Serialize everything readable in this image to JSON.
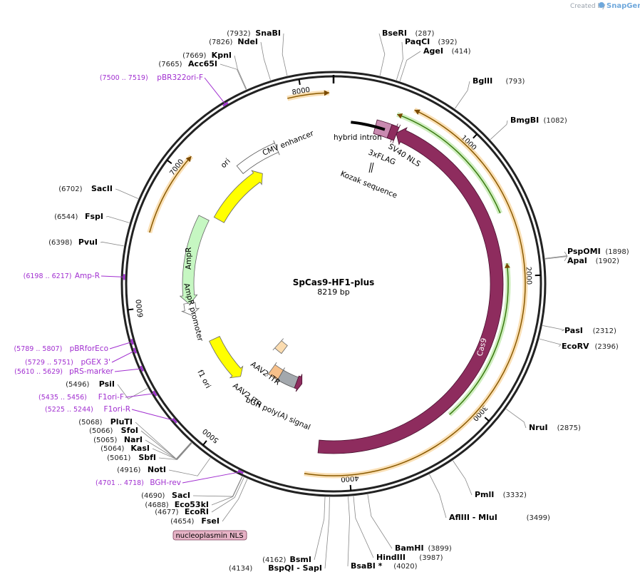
{
  "credit": {
    "prefix": "Created by",
    "brand": "SnapGene"
  },
  "plasmid": {
    "name": "SpCas9-HF1-plus",
    "size": "8219 bp",
    "length": 8219
  },
  "ticks": [
    "1000",
    "2000",
    "3000",
    "4000",
    "5000",
    "6000",
    "7000",
    "8000"
  ],
  "sites": [
    {
      "name": "SnaBI",
      "pos": "(7932)",
      "side": "left"
    },
    {
      "name": "NdeI",
      "pos": "(7826)",
      "side": "left"
    },
    {
      "name": "KpnI",
      "pos": "(7669)",
      "side": "left"
    },
    {
      "name": "Acc65I",
      "pos": "(7665)",
      "side": "left"
    },
    {
      "name": "BseRI",
      "pos": "(287)",
      "side": "right"
    },
    {
      "name": "PaqCI",
      "pos": "(392)",
      "side": "right"
    },
    {
      "name": "AgeI",
      "pos": "(414)",
      "side": "right"
    },
    {
      "name": "BglII",
      "pos": "(793)",
      "side": "right"
    },
    {
      "name": "BmgBI",
      "pos": "(1082)",
      "side": "right"
    },
    {
      "name": "PspOMI",
      "pos": "(1898)",
      "side": "right"
    },
    {
      "name": "ApaI",
      "pos": "(1902)",
      "side": "right"
    },
    {
      "name": "PasI",
      "pos": "(2312)",
      "side": "right"
    },
    {
      "name": "EcoRV",
      "pos": "(2396)",
      "side": "right"
    },
    {
      "name": "NruI",
      "pos": "(2875)",
      "side": "right"
    },
    {
      "name": "PmlI",
      "pos": "(3332)",
      "side": "right"
    },
    {
      "name": "AflIII  - MluI",
      "pos": "(3499)",
      "side": "right"
    },
    {
      "name": "BamHI",
      "pos": "(3899)",
      "side": "right"
    },
    {
      "name": "HindIII",
      "pos": "(3987)",
      "side": "right"
    },
    {
      "name": "BsaBI *",
      "pos": "(4020)",
      "side": "right"
    },
    {
      "name": "BsmI",
      "pos": "(4162)",
      "side": "left"
    },
    {
      "name": "BspQI  - SapI",
      "pos": "(4134)",
      "side": "left"
    },
    {
      "name": "FseI",
      "pos": "(4654)",
      "side": "left"
    },
    {
      "name": "EcoRI",
      "pos": "(4677)",
      "side": "left"
    },
    {
      "name": "Eco53kI",
      "pos": "(4688)",
      "side": "left"
    },
    {
      "name": "SacI",
      "pos": "(4690)",
      "side": "left"
    },
    {
      "name": "NotI",
      "pos": "(4916)",
      "side": "left"
    },
    {
      "name": "SbfI",
      "pos": "(5061)",
      "side": "left"
    },
    {
      "name": "KasI",
      "pos": "(5064)",
      "side": "left"
    },
    {
      "name": "NarI",
      "pos": "(5065)",
      "side": "left"
    },
    {
      "name": "SfoI",
      "pos": "(5066)",
      "side": "left"
    },
    {
      "name": "PluTI",
      "pos": "(5068)",
      "side": "left"
    },
    {
      "name": "PsiI",
      "pos": "(5496)",
      "side": "left"
    },
    {
      "name": "PvuI",
      "pos": "(6398)",
      "side": "left"
    },
    {
      "name": "FspI",
      "pos": "(6544)",
      "side": "left"
    },
    {
      "name": "SacII",
      "pos": "(6702)",
      "side": "left"
    }
  ],
  "primers": [
    {
      "range": "(7500 .. 7519)",
      "name": "pBR322ori-F"
    },
    {
      "range": "(6198 .. 6217)",
      "name": "Amp-R"
    },
    {
      "range": "(5789 .. 5807)",
      "name": "pBRforEco"
    },
    {
      "range": "(5729 .. 5751)",
      "name": "pGEX 3'"
    },
    {
      "range": "(5610 .. 5629)",
      "name": "pRS-marker"
    },
    {
      "range": "(5435 .. 5456)",
      "name": "F1ori-F"
    },
    {
      "range": "(5225 .. 5244)",
      "name": "F1ori-R"
    },
    {
      "range": "(4701 .. 4718)",
      "name": "BGH-rev"
    }
  ],
  "features": {
    "cmv": "CMV enhancer",
    "ori": "ori",
    "ampr": "AmpR",
    "ampr_promoter": "AmpR promoter",
    "f1ori": "f1 ori",
    "aav_itr_1": "AAV2 ITR",
    "aav_itr_2": "AAV2 ITR",
    "bgh": "bGH poly(A) signal",
    "cas9": "Cas9",
    "hybrid_intron": "hybrid intron",
    "sv40": "SV40 NLS",
    "flag": "3xFLAG",
    "kozak": "Kozak sequence",
    "nucleoplasmin": "nucleoplasmin NLS"
  },
  "colors": {
    "cas9": "#8e2c5e",
    "ori": "#ffff00",
    "ampr": "#c6f7c2",
    "orf": "#f3b35a",
    "orf_green": "#5db52f",
    "cmv": "#ffffff",
    "bgh": "#a3a8ad",
    "itr": "#fbdcb0",
    "itr2": "#f7c08a",
    "primer": "#a12fd0",
    "nls_box": "#e6b3c6"
  }
}
